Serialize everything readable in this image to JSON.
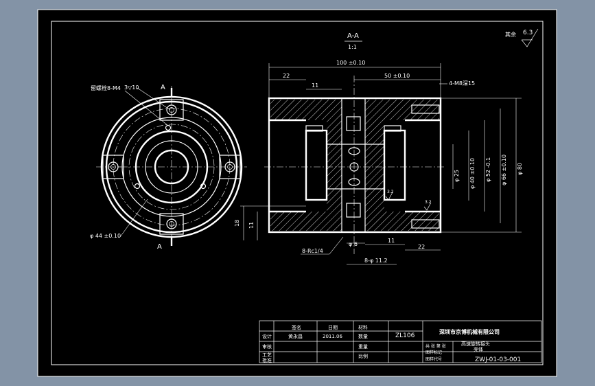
{
  "drawing": {
    "section_label": "A-A",
    "scale": "1:1",
    "surface_roughness_prefix": "其余",
    "surface_roughness_value": "6.3",
    "section_marker_top": "A",
    "section_marker_bottom": "A"
  },
  "left_view": {
    "label_holes_top_left": "留螺栓8-M4",
    "label_3x10": "3▽10",
    "dim_diameter_44": "φ 44 ±0.10"
  },
  "section_view": {
    "dim_100": "100 ±0.10",
    "dim_50": "50 ±0.10",
    "dim_22_top": "22",
    "dim_11_top": "11",
    "dim_thread_right": "4-M8深15",
    "dim_d25": "φ 25",
    "dim_d40": "φ 40 ±0.10",
    "dim_d52": "φ 52 -0.1",
    "dim_d66": "φ 66 ±0.10",
    "dim_d80": "φ 80",
    "dim_18": "18",
    "dim_11_left": "11",
    "dim_rc": "8-Rc1/4",
    "dim_d6": "φ 6",
    "dim_11_bottom": "11",
    "dim_22_bottom": "22",
    "dim_8d112": "8-φ 11.2",
    "roughness_small_1": "3.2",
    "roughness_small_2": "3.2"
  },
  "title_block": {
    "company": "深圳市京博机械有限公司",
    "part_name_1": "高速旋转接头",
    "part_name_2": "壳体",
    "code": "ZL106",
    "drawing_number": "ZWJ-01-03-001",
    "date": "2011.06",
    "row_labels": [
      "设计",
      "审核",
      "工艺",
      "批准"
    ],
    "col_labels": [
      "签名",
      "日期"
    ],
    "signer": "黄永昌",
    "mid_labels": [
      "材料",
      "数量",
      "重量",
      "比例"
    ],
    "right_labels": [
      "共 张 第 张",
      "图样标记",
      "图样代号"
    ]
  }
}
